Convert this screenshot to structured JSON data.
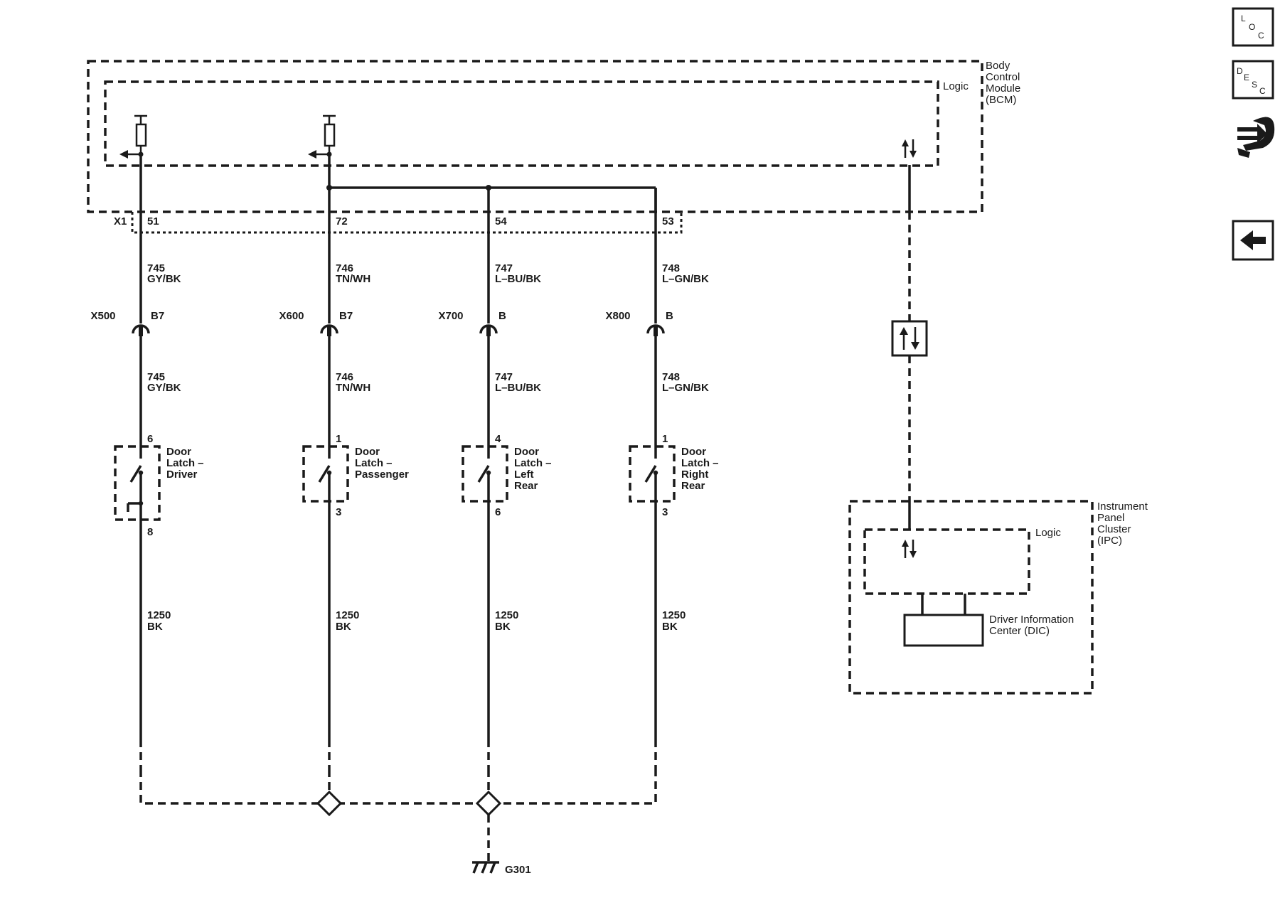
{
  "bcm": {
    "name_lines": [
      "Body",
      "Control",
      "Module",
      "(BCM)"
    ],
    "logic_label": "Logic",
    "connector": "X1",
    "pins": [
      "51",
      "72",
      "54",
      "53"
    ]
  },
  "ipc": {
    "name_lines": [
      "Instrument",
      "Panel",
      "Cluster",
      "(IPC)"
    ],
    "logic_label": "Logic",
    "dic_lines": [
      "Driver Information",
      "Center (DIC)"
    ]
  },
  "circuits": [
    {
      "wire_number": "745",
      "wire_color": "GY/BK",
      "inline_connector": "X500",
      "inline_pin": "B7",
      "switch_pin_top": "6",
      "switch_pin_bottom": "8",
      "component_lines": [
        "Door",
        "Latch –",
        "Driver"
      ],
      "ground_wire": "1250",
      "ground_color": "BK"
    },
    {
      "wire_number": "746",
      "wire_color": "TN/WH",
      "inline_connector": "X600",
      "inline_pin": "B7",
      "switch_pin_top": "1",
      "switch_pin_bottom": "3",
      "component_lines": [
        "Door",
        "Latch –",
        "Passenger"
      ],
      "ground_wire": "1250",
      "ground_color": "BK"
    },
    {
      "wire_number": "747",
      "wire_color": "L–BU/BK",
      "inline_connector": "X700",
      "inline_pin": "B",
      "switch_pin_top": "4",
      "switch_pin_bottom": "6",
      "component_lines": [
        "Door",
        "Latch –",
        "Left",
        "Rear"
      ],
      "ground_wire": "1250",
      "ground_color": "BK"
    },
    {
      "wire_number": "748",
      "wire_color": "L–GN/BK",
      "inline_connector": "X800",
      "inline_pin": "B",
      "switch_pin_top": "1",
      "switch_pin_bottom": "3",
      "component_lines": [
        "Door",
        "Latch –",
        "Right",
        "Rear"
      ],
      "ground_wire": "1250",
      "ground_color": "BK"
    }
  ],
  "ground": {
    "label": "G301"
  },
  "nav": {
    "loc": {
      "letters": [
        "L",
        "O",
        "C"
      ],
      "icon": "location-icon"
    },
    "desc": {
      "letters": [
        "D",
        "E",
        "S",
        "C"
      ],
      "icon": "description-icon"
    },
    "diag_icon": "diagnostic-tools-icon",
    "back_icon": "back-arrow-icon"
  }
}
